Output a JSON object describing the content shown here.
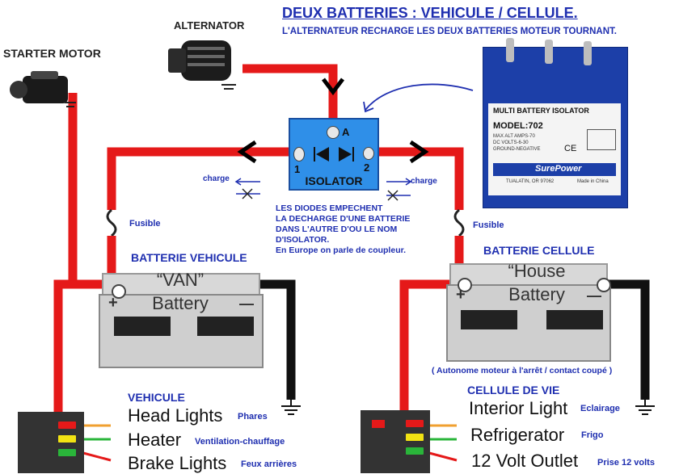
{
  "header": {
    "title": "DEUX BATTERIES : VEHICULE / CELLULE.",
    "subtitle": "L'ALTERNATEUR RECHARGE LES DEUX BATTERIES MOTEUR TOURNANT."
  },
  "components": {
    "starter_motor": "STARTER MOTOR",
    "alternator": "ALTERNATOR",
    "isolator": "ISOLATOR",
    "isolator_terminal_a": "A",
    "isolator_terminal_1": "1",
    "isolator_terminal_2": "2"
  },
  "charge_labels": {
    "left": "charge",
    "right": "charge"
  },
  "fuse_labels": {
    "left": "Fusible",
    "right": "Fusible"
  },
  "diode_note": {
    "line1": "LES DIODES EMPECHENT",
    "line2": "LA DECHARGE D'UNE BATTERIE",
    "line3": "DANS L'AUTRE D'OU LE NOM",
    "line4": "D'ISOLATOR.",
    "line5": "En Europe on parle de coupleur."
  },
  "product": {
    "line1": "MULTI BATTERY ISOLATOR",
    "model": "MODEL:702",
    "spec1": "MAX ALT AMPS-70",
    "spec2": "DC VOLTS-6-30",
    "spec3": "GROUND-NEGATIVE",
    "ce": "CE",
    "brand": "SurePower",
    "city": "TUALATIN, OR 97062",
    "origin": "Made in China"
  },
  "vehicle_battery": {
    "heading": "BATTERIE VEHICULE",
    "name_line1": "“VAN”",
    "name_line2": "Battery",
    "plus": "+",
    "minus": "—"
  },
  "house_battery": {
    "heading": "BATTERIE CELLULE",
    "name_line1": "“House",
    "name_line2": "Battery",
    "plus": "+",
    "minus": "—",
    "note": "( Autonome moteur à l'arrêt / contact coupé )"
  },
  "vehicle_loads": {
    "heading": "VEHICULE",
    "items": [
      {
        "label": "Head Lights",
        "fr": "Phares"
      },
      {
        "label": "Heater",
        "fr": "Ventilation-chauffage"
      },
      {
        "label": "Brake Lights",
        "fr": "Feux arrières"
      }
    ]
  },
  "house_loads": {
    "heading": "CELLULE DE VIE",
    "items": [
      {
        "label": "Interior Light",
        "fr": "Eclairage"
      },
      {
        "label": "Refrigerator",
        "fr": "Frigo"
      },
      {
        "label": "12 Volt Outlet",
        "fr": "Prise 12 volts"
      }
    ]
  },
  "colors": {
    "wire_positive": "#e51919",
    "wire_ground": "#111111",
    "isolator": "#2f8fe8",
    "text_blue": "#1f2fb0"
  }
}
